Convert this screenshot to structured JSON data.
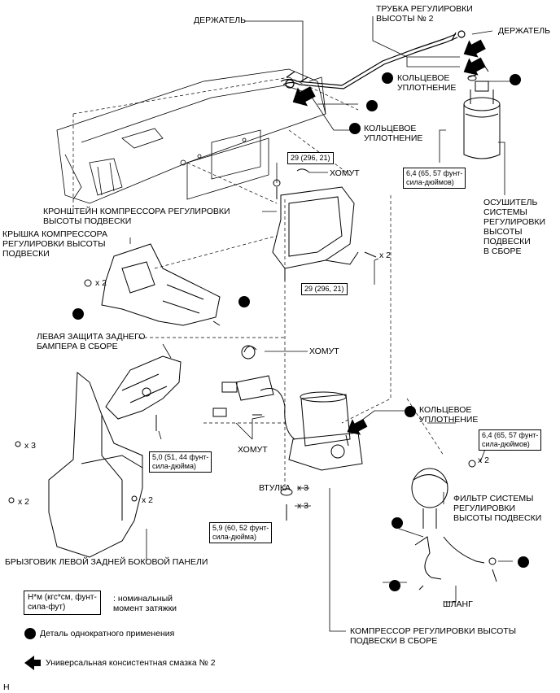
{
  "labels": {
    "holder_left": "ДЕРЖАТЕЛЬ",
    "tube": "ТРУБКА РЕГУЛИРОВКИ\nВЫСОТЫ № 2",
    "holder_right": "ДЕРЖАТЕЛЬ",
    "oring_top_right": "КОЛЬЦЕВОЕ\nУПЛОТНЕНИЕ",
    "oring_mid": "КОЛЬЦЕВОЕ\nУПЛОТНЕНИЕ",
    "clamp_top": "ХОМУТ",
    "bracket": "КРОНШТЕЙН КОМПРЕССОРА РЕГУЛИРОВКИ\nВЫСОТЫ ПОДВЕСКИ",
    "cover": "КРЫШКА КОМПРЕССОРА\nРЕГУЛИРОВКИ ВЫСОТЫ\nПОДВЕСКИ",
    "dryer": "ОСУШИТЕЛЬ\nСИСТЕМЫ\nРЕГУЛИРОВКИ\nВЫСОТЫ\nПОДВЕСКИ\nВ СБОРЕ",
    "bumper_guard": "ЛЕВАЯ ЗАЩИТА ЗАДНЕГО\nБАМПЕРА В СБОРЕ",
    "clamp_mid": "ХОМУТ",
    "oring_lower": "КОЛЬЦЕВОЕ\nУПЛОТНЕНИЕ",
    "clamp_lower": "ХОМУТ",
    "bushing": "ВТУЛКА",
    "filter": "ФИЛЬТР СИСТЕМЫ\nРЕГУЛИРОВКИ\nВЫСОТЫ ПОДВЕСКИ",
    "mudguard": "БРЫЗГОВИК ЛЕВОЙ ЗАДНЕЙ БОКОВОЙ ПАНЕЛИ",
    "hose": "ШЛАНГ",
    "compressor": "КОМПРЕССОР РЕГУЛИРОВКИ ВЫСОТЫ\nПОДВЕСКИ В СБОРЕ"
  },
  "torques": {
    "t1": "29 (296, 21)",
    "t2": "29 (296, 21)",
    "t3": "6,4 (65, 57 фунт-\nсила-дюймов)",
    "t4": "5,0 (51, 44 фунт-\nсила-дюйма)",
    "t5": "6,4 (65, 57 фунт-\nсила-дюймов)",
    "t6": "5,9 (60, 52 фунт-\nсила-дюйма)"
  },
  "multipliers": {
    "m_cover": "x 2",
    "m_bracket": "x 2",
    "m_mud1": "x 3",
    "m_mud2": "x 2",
    "m_mud3": "x 2",
    "m_bush": "x 3",
    "m_bolt": "x 3",
    "m_filter": "x 2"
  },
  "legend": {
    "torque_unit": "Н*м (кгс*см, фунт-\nсила-фут)",
    "torque_desc": ": номинальный\nмомент затяжки",
    "non_reusable": "Деталь однократного применения",
    "grease": "Универсальная консистентная смазка № 2"
  },
  "footer_code": "H"
}
